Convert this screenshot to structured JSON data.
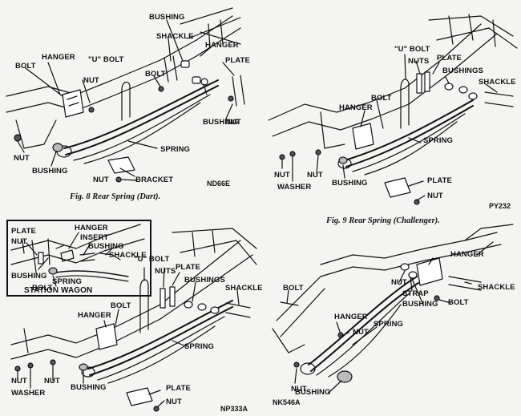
{
  "figures": [
    {
      "caption": "Fig. 8  Rear Spring (Dart).",
      "code": "ND66E",
      "labels": {
        "bushing_top": "BUSHING",
        "shackle": "SHACKLE",
        "hanger_right": "HANGER",
        "hanger_left": "HANGER",
        "bolt_left": "BOLT",
        "u_bolt": "\"U\" BOLT",
        "nut_center": "NUT",
        "bolt_center": "BOLT",
        "plate": "PLATE",
        "bushing_mid": "BUSHING",
        "nut_right": "NUT",
        "nut_far_left": "NUT",
        "spring": "SPRING",
        "bushing_bottom": "BUSHING",
        "nut_bottom": "NUT",
        "bracket": "BRACKET"
      }
    },
    {
      "caption": "Fig. 9  Rear Spring (Challenger).",
      "code": "PY232",
      "labels": {
        "u_bolt": "\"U\" BOLT",
        "nuts": "NUTS",
        "plate_top": "PLATE",
        "bushings": "BUSHINGS",
        "shackle": "SHACKLE",
        "bolt": "BOLT",
        "hanger": "HANGER",
        "spring": "SPRING",
        "nut_left": "NUT",
        "washer": "WASHER",
        "nut_mid": "NUT",
        "bushing": "BUSHING",
        "plate_bottom": "PLATE",
        "nut_bottom": "NUT"
      }
    },
    {
      "caption": "",
      "code": "NP333A",
      "inset": {
        "title": "STATION WAGON",
        "labels": {
          "plate": "PLATE",
          "hanger": "HANGER",
          "insert": "INSERT",
          "nut": "NUT",
          "bushing_top": "BUSHING",
          "shackle": "SHACKLE",
          "bushing_bottom": "BUSHING",
          "spring": "SPRING",
          "bolt": "BOLT"
        }
      },
      "labels": {
        "u_bolt": "\"U\" BOLT",
        "plate_top": "PLATE",
        "nuts": "NUTS",
        "bushings": "BUSHINGS",
        "shackle": "SHACKLE",
        "bolt": "BOLT",
        "hanger": "HANGER",
        "spring": "SPRING",
        "nut_left": "NUT",
        "washer": "WASHER",
        "nut_mid": "NUT",
        "bushing": "BUSHING",
        "plate_bottom": "PLATE",
        "nut_bottom": "NUT"
      }
    },
    {
      "caption": "",
      "code": "NK546A",
      "labels": {
        "hanger_top": "HANGER",
        "nut_top": "NUT",
        "strap": "STRAP",
        "bushing_top": "BUSHING",
        "shackle": "SHACKLE",
        "bolt_right": "BOLT",
        "bolt_left": "BOLT",
        "hanger_mid": "HANGER",
        "nut_mid": "NUT",
        "spring": "SPRING",
        "nut_bottom": "NUT",
        "bushing_bottom": "BUSHING"
      }
    }
  ]
}
